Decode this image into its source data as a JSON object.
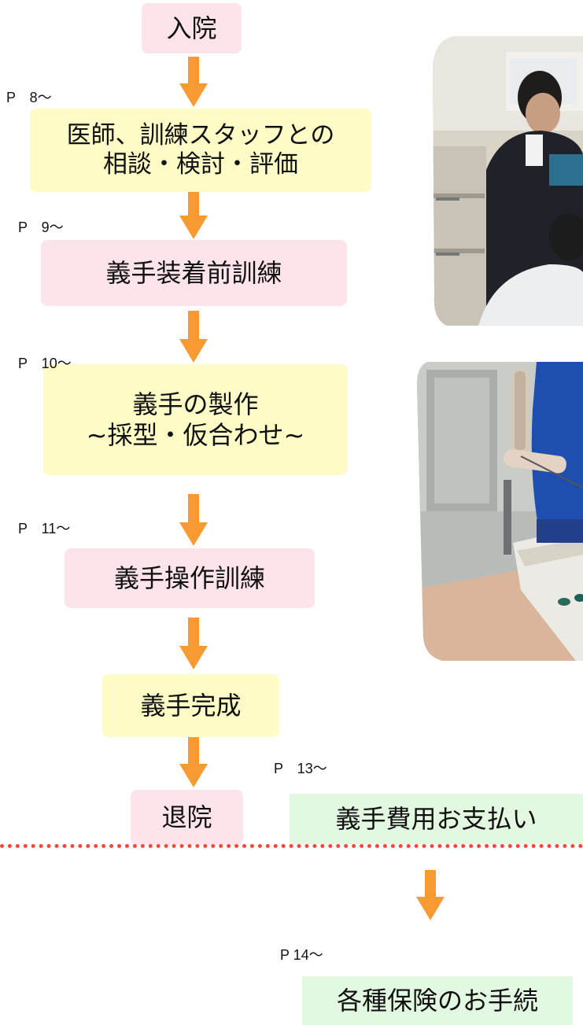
{
  "colors": {
    "arrow": "#f79a32",
    "pink_box": "#fde3ea",
    "yellow_box": "#fdfbc6",
    "green_box": "#e3f8e0",
    "divider": "#f04a3c"
  },
  "flow": {
    "admission": "入院",
    "consult_line1": "医師、訓練スタッフとの",
    "consult_line2": "相談・検討・評価",
    "pre_training": "義手装着前訓練",
    "manufacture_line1": "義手の製作",
    "manufacture_line2": "~採型・仮合わせ~",
    "operation_training": "義手操作訓練",
    "completion": "義手完成",
    "discharge": "退院",
    "payment": "義手費用お支払い",
    "insurance": "各種保険のお手続"
  },
  "page_refs": {
    "p8": "P　8～",
    "p9": "P　9～",
    "p10": "P　10～",
    "p11": "P　11～",
    "p13": "P　13～",
    "p14": "P 14～"
  }
}
